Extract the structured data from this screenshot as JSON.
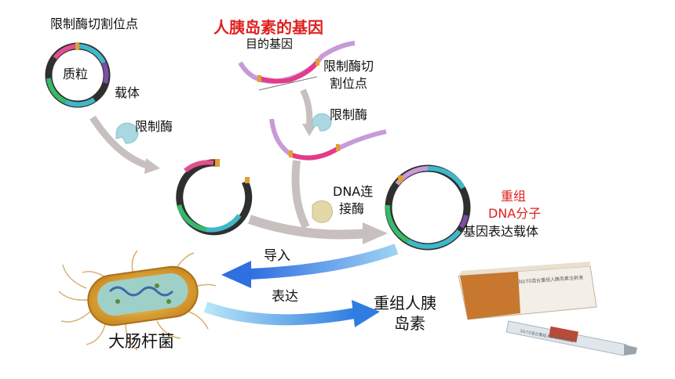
{
  "title": "人胰岛素的基因",
  "labels": {
    "plasmid_cut_site": "限制酶切割位点",
    "plasmid": "质粒",
    "vector": "载体",
    "enzyme1": "限制酶",
    "target_gene": "目的基因",
    "gene_cut_site_line1": "限制酶切",
    "gene_cut_site_line2": "割位点",
    "enzyme2": "限制酶",
    "ligase_line1": "DNA连",
    "ligase_line2": "接酶",
    "recombinant_line1": "重组",
    "recombinant_line2": "DNA分子",
    "expression_vector": "基因表达载体",
    "import": "导入",
    "expression": "表达",
    "product_line1": "重组人胰",
    "product_line2": "岛素",
    "ecoli": "大肠杆菌",
    "box_text": "30/70混合重组人胰岛素注射液",
    "syringe_text": "30/70混合重组人胰岛素注射液"
  },
  "colors": {
    "title_red": "#e02020",
    "ring_dark": "#333333",
    "seg_pink": "#e0508f",
    "seg_teal": "#3fb8c8",
    "seg_green": "#37b96a",
    "seg_purple": "#7b4fa8",
    "seg_yellow": "#e0a030",
    "gene_pink": "#e33b8a",
    "gene_lavender": "#c79ad8",
    "arrow_gray": "#c8bfbf",
    "arrow_blue": "#3a8fe0"
  }
}
